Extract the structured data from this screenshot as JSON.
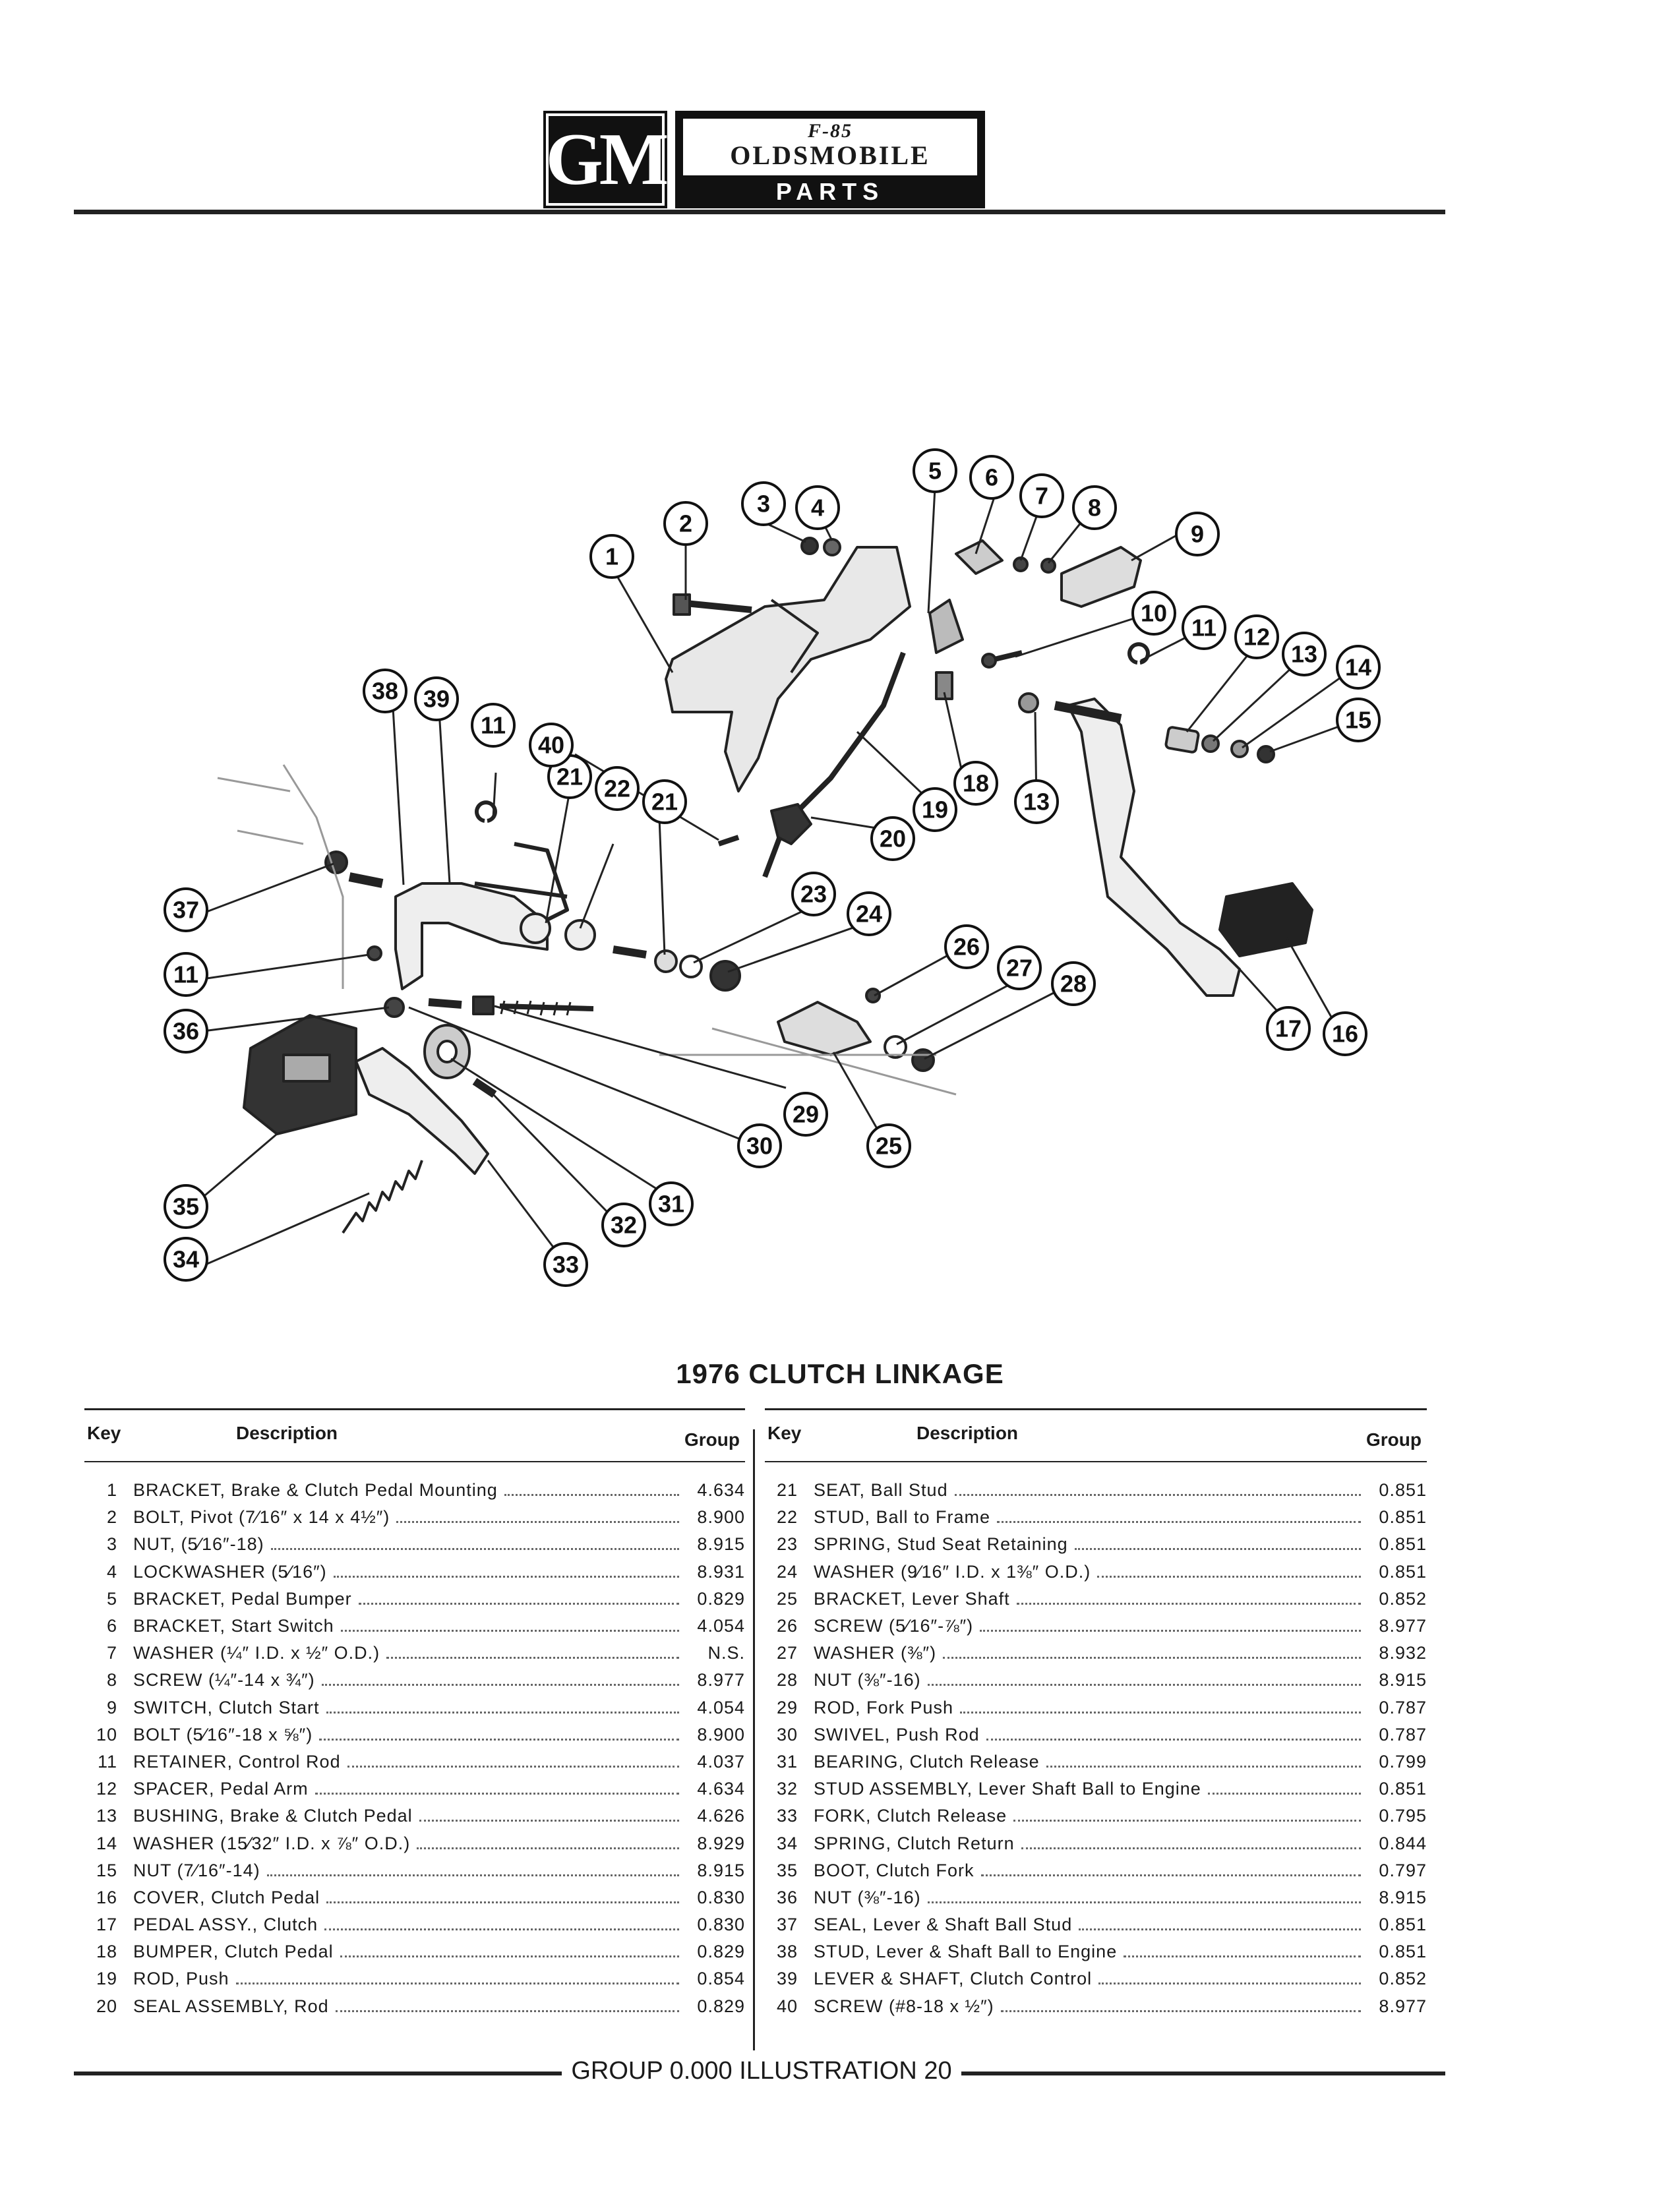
{
  "header": {
    "gm": "GM",
    "logo_text": "F-85",
    "brand": "OLDSMOBILE",
    "subtitle": "PARTS CATALOGUE"
  },
  "figure": {
    "title": "1976 CLUTCH LINKAGE",
    "callouts": [
      "1",
      "2",
      "3",
      "4",
      "5",
      "6",
      "7",
      "8",
      "9",
      "10",
      "11",
      "12",
      "13",
      "14",
      "15",
      "16",
      "17",
      "18",
      "19",
      "20",
      "21",
      "22",
      "23",
      "24",
      "25",
      "26",
      "27",
      "28",
      "29",
      "30",
      "31",
      "32",
      "33",
      "34",
      "35",
      "36",
      "37",
      "38",
      "39",
      "40"
    ]
  },
  "table_headers": {
    "key": "Key",
    "description": "Description",
    "group": "Group"
  },
  "parts_left": [
    {
      "key": "1",
      "desc": "BRACKET, Brake & Clutch Pedal Mounting",
      "group": "4.634"
    },
    {
      "key": "2",
      "desc": "BOLT, Pivot (7⁄16″ x 14 x 4½″)",
      "group": "8.900"
    },
    {
      "key": "3",
      "desc": "NUT, (5⁄16″-18)",
      "group": "8.915"
    },
    {
      "key": "4",
      "desc": "LOCKWASHER (5⁄16″)",
      "group": "8.931"
    },
    {
      "key": "5",
      "desc": "BRACKET, Pedal Bumper",
      "group": "0.829"
    },
    {
      "key": "6",
      "desc": "BRACKET, Start Switch",
      "group": "4.054"
    },
    {
      "key": "7",
      "desc": "WASHER (¼″ I.D. x ½″ O.D.)",
      "group": "N.S."
    },
    {
      "key": "8",
      "desc": "SCREW (¼″-14 x ¾″)",
      "group": "8.977"
    },
    {
      "key": "9",
      "desc": "SWITCH, Clutch Start",
      "group": "4.054"
    },
    {
      "key": "10",
      "desc": "BOLT (5⁄16″-18 x ⅝″)",
      "group": "8.900"
    },
    {
      "key": "11",
      "desc": "RETAINER, Control Rod",
      "group": "4.037"
    },
    {
      "key": "12",
      "desc": "SPACER, Pedal Arm",
      "group": "4.634"
    },
    {
      "key": "13",
      "desc": "BUSHING, Brake & Clutch Pedal",
      "group": "4.626"
    },
    {
      "key": "14",
      "desc": "WASHER (15⁄32″ I.D. x ⅞″ O.D.)",
      "group": "8.929"
    },
    {
      "key": "15",
      "desc": "NUT (7⁄16″-14)",
      "group": "8.915"
    },
    {
      "key": "16",
      "desc": "COVER, Clutch Pedal",
      "group": "0.830"
    },
    {
      "key": "17",
      "desc": "PEDAL ASSY., Clutch",
      "group": "0.830"
    },
    {
      "key": "18",
      "desc": "BUMPER, Clutch Pedal",
      "group": "0.829"
    },
    {
      "key": "19",
      "desc": "ROD, Push",
      "group": "0.854"
    },
    {
      "key": "20",
      "desc": "SEAL ASSEMBLY, Rod",
      "group": "0.829"
    }
  ],
  "parts_right": [
    {
      "key": "21",
      "desc": "SEAT, Ball Stud",
      "group": "0.851"
    },
    {
      "key": "22",
      "desc": "STUD, Ball to Frame",
      "group": "0.851"
    },
    {
      "key": "23",
      "desc": "SPRING, Stud Seat Retaining",
      "group": "0.851"
    },
    {
      "key": "24",
      "desc": "WASHER (9⁄16″ I.D. x 1⅜″ O.D.)",
      "group": "0.851"
    },
    {
      "key": "25",
      "desc": "BRACKET, Lever Shaft",
      "group": "0.852"
    },
    {
      "key": "26",
      "desc": "SCREW (5⁄16″-⅞″)",
      "group": "8.977"
    },
    {
      "key": "27",
      "desc": "WASHER (⅜″)",
      "group": "8.932"
    },
    {
      "key": "28",
      "desc": "NUT (⅜″-16)",
      "group": "8.915"
    },
    {
      "key": "29",
      "desc": "ROD, Fork Push",
      "group": "0.787"
    },
    {
      "key": "30",
      "desc": "SWIVEL, Push Rod",
      "group": "0.787"
    },
    {
      "key": "31",
      "desc": "BEARING, Clutch Release",
      "group": "0.799"
    },
    {
      "key": "32",
      "desc": "STUD ASSEMBLY, Lever Shaft Ball to Engine",
      "group": "0.851"
    },
    {
      "key": "33",
      "desc": "FORK, Clutch Release",
      "group": "0.795"
    },
    {
      "key": "34",
      "desc": "SPRING, Clutch Return",
      "group": "0.844"
    },
    {
      "key": "35",
      "desc": "BOOT, Clutch Fork",
      "group": "0.797"
    },
    {
      "key": "36",
      "desc": "NUT (⅜″-16)",
      "group": "8.915"
    },
    {
      "key": "37",
      "desc": "SEAL, Lever & Shaft Ball Stud",
      "group": "0.851"
    },
    {
      "key": "38",
      "desc": "STUD, Lever & Shaft Ball to Engine",
      "group": "0.851"
    },
    {
      "key": "39",
      "desc": "LEVER & SHAFT, Clutch Control",
      "group": "0.852"
    },
    {
      "key": "40",
      "desc": "SCREW (#8-18 x ½″)",
      "group": "8.977"
    }
  ],
  "footer": {
    "text": "GROUP 0.000 ILLUSTRATION 20"
  }
}
